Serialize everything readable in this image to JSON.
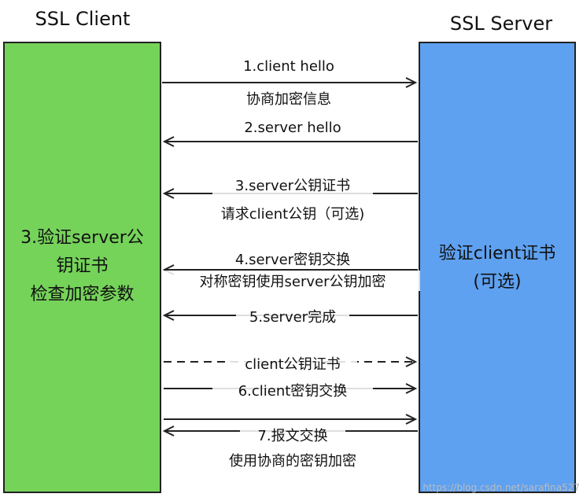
{
  "client": {
    "title": "SSL Client",
    "note_lines": [
      "3.验证server公",
      "钥证书",
      "检查加密参数"
    ],
    "color": "#75d35a"
  },
  "server": {
    "title": "SSL Server",
    "note_lines": [
      "验证client证书",
      "(可选)"
    ],
    "color": "#5ea1f0"
  },
  "messages": [
    {
      "label": "1.client hello",
      "sublabel": "协商加密信息",
      "direction": "client-to-server",
      "style": "solid"
    },
    {
      "label": "2.server hello",
      "direction": "server-to-client",
      "style": "solid"
    },
    {
      "label": "3.server公钥证书",
      "sublabel": "请求client公钥（可选)",
      "direction": "server-to-client",
      "style": "solid"
    },
    {
      "label": "4.server密钥交换",
      "sublabel": "对称密钥使用server公钥加密",
      "direction": "server-to-client",
      "style": "solid"
    },
    {
      "label": "5.server完成",
      "direction": "server-to-client",
      "style": "solid"
    },
    {
      "label": "client公钥证书",
      "direction": "client-to-server",
      "style": "dashed"
    },
    {
      "label": "6.client密钥交换",
      "direction": "client-to-server",
      "style": "solid"
    },
    {
      "label": "7.报文交换",
      "sublabel": "使用协商的密钥加密",
      "direction": "both",
      "style": "solid"
    }
  ],
  "watermark": "https://blog.csdn.net/sarafina527"
}
